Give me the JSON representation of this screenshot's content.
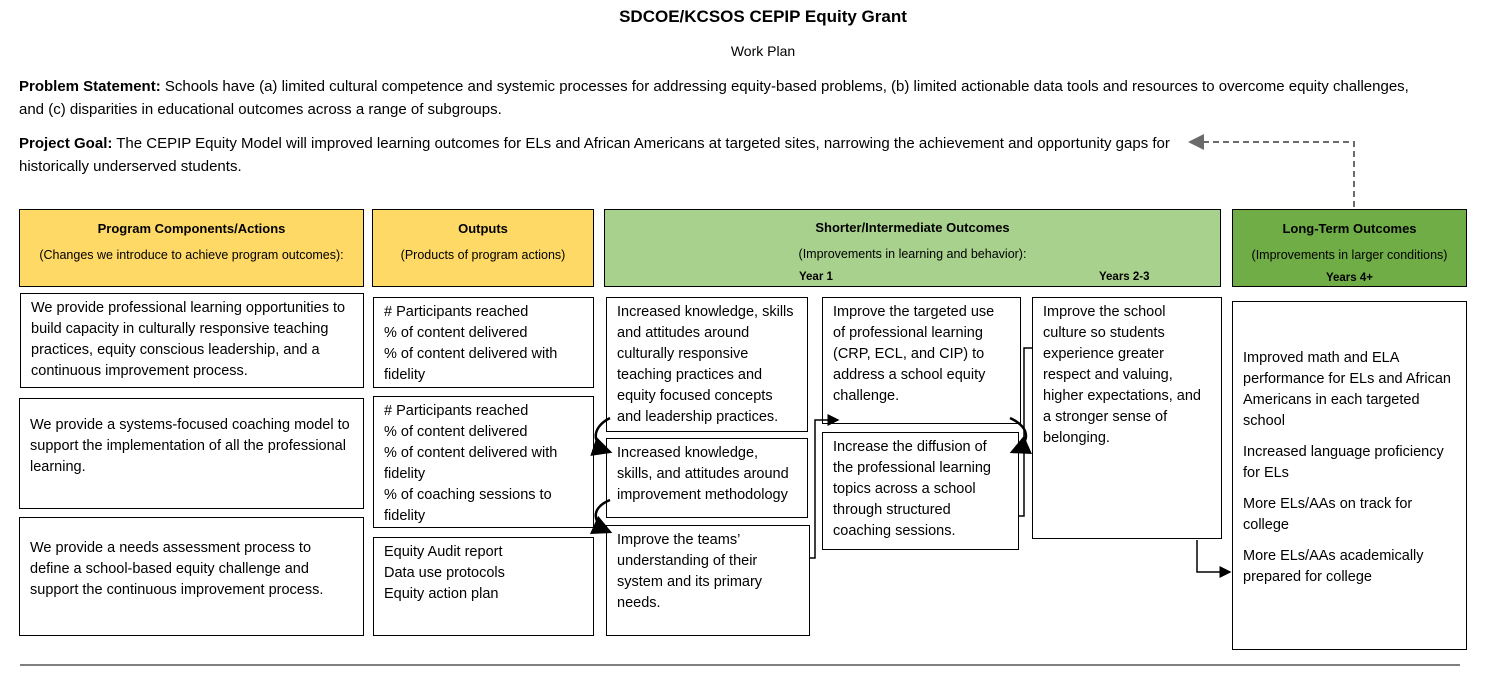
{
  "title": "SDCOE/KCSOS CEPIP Equity Grant",
  "subtitle": "Work Plan",
  "problem": {
    "label": "Problem Statement:",
    "text": " Schools have (a) limited cultural competence and systemic processes for addressing equity-based problems, (b) limited actionable data tools and resources to overcome equity challenges, and (c) disparities in educational outcomes across a range of subgroups."
  },
  "goal": {
    "label": "Project Goal:",
    "text": " The CEPIP Equity Model will improved learning outcomes for ELs and African Americans at targeted sites, narrowing the achievement and opportunity gaps for historically underserved students."
  },
  "headers": {
    "components": {
      "title": "Program Components/Actions",
      "sub": "(Changes we introduce to achieve program outcomes):"
    },
    "outputs": {
      "title": "Outputs",
      "sub": "(Products of program actions)"
    },
    "shorter": {
      "title": "Shorter/Intermediate Outcomes",
      "sub": "(Improvements in learning and behavior):",
      "year1": "Year 1",
      "year23": "Years 2-3"
    },
    "longterm": {
      "title": "Long-Term Outcomes",
      "sub": "(Improvements in larger conditions)",
      "year4": "Years 4+"
    }
  },
  "components": [
    "We provide professional learning opportunities to build capacity in culturally responsive teaching practices, equity conscious leadership, and a continuous improvement process.",
    "We provide a systems-focused coaching model to support the implementation of all the professional learning.",
    "We provide a needs assessment process to define a school-based equity challenge and support the continuous improvement process."
  ],
  "outputs": [
    [
      "# Participants reached",
      "% of content delivered",
      "% of content delivered with fidelity"
    ],
    [
      "# Participants reached",
      "% of content delivered",
      "% of content delivered with fidelity",
      "% of coaching sessions to fidelity"
    ],
    [
      "Equity Audit report",
      "Data use protocols",
      "Equity action plan"
    ]
  ],
  "year1": [
    "Increased knowledge, skills and attitudes around culturally responsive teaching practices and equity focused concepts and leadership practices.",
    "Increased knowledge, skills, and attitudes around improvement methodology",
    "Improve the teams’ understanding of their system and its primary needs."
  ],
  "mid": [
    "Improve the targeted use of professional learning (CRP, ECL, and CIP) to address a school equity challenge.",
    "Increase the diffusion of the professional learning topics across a school through structured coaching sessions."
  ],
  "year23": "Improve the school culture so students experience greater respect and valuing, higher expectations, and a stronger sense of belonging.",
  "longterm": [
    "Improved math and ELA performance for ELs and African Americans in each targeted school",
    "Increased language proficiency for ELs",
    "More ELs/AAs on track for college",
    "More ELs/AAs academically prepared for college"
  ]
}
